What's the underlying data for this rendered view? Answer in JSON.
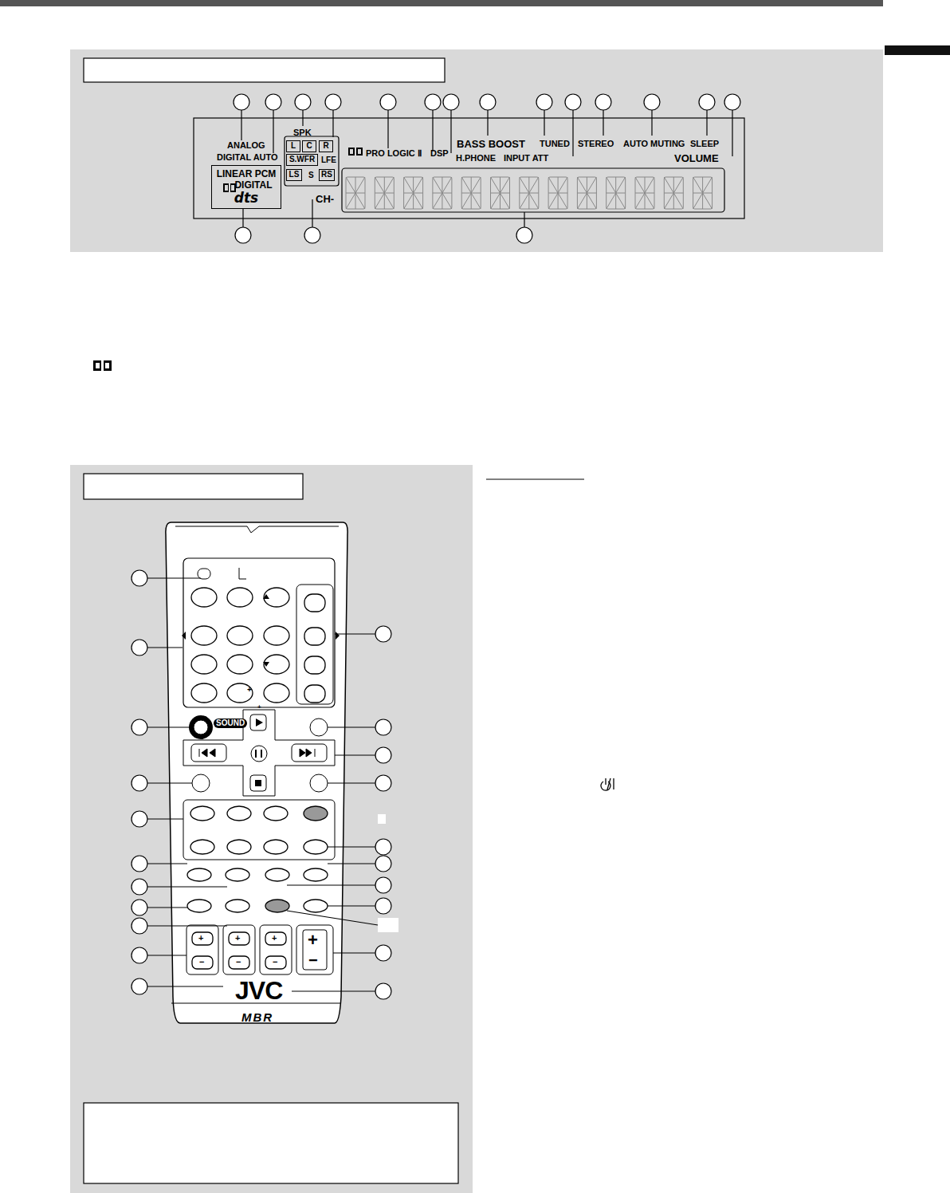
{
  "diagram": {
    "nodes": [
      {
        "text": [
          "L"
        ]
      },
      {
        "text": [
          "C"
        ]
      },
      {
        "text": [
          "R"
        ]
      },
      {
        "text": [
          "S.WFR"
        ]
      },
      {
        "text": [
          "LS"
        ]
      },
      {
        "text": [
          "RS"
        ]
      },
      {
        "text": [
          "LINEAR PCM",
          "DIGITAL",
          "dts"
        ]
      }
    ],
    "labels": [
      "ANALOG",
      "DIGITAL AUTO",
      "SPK",
      "LFE",
      "S",
      "CH-",
      "PRO LOGIC Ⅱ",
      "DSP",
      "H.PHONE",
      "BASS BOOST",
      "TUNED",
      "STEREO",
      "AUTO MUTING",
      "SLEEP",
      "INPUT ATT",
      "VOLUME",
      "SOUND",
      "+",
      "+",
      "+",
      "+",
      "+",
      "−",
      "−",
      "−",
      "+",
      "−",
      "JVC",
      "MBR"
    ]
  }
}
